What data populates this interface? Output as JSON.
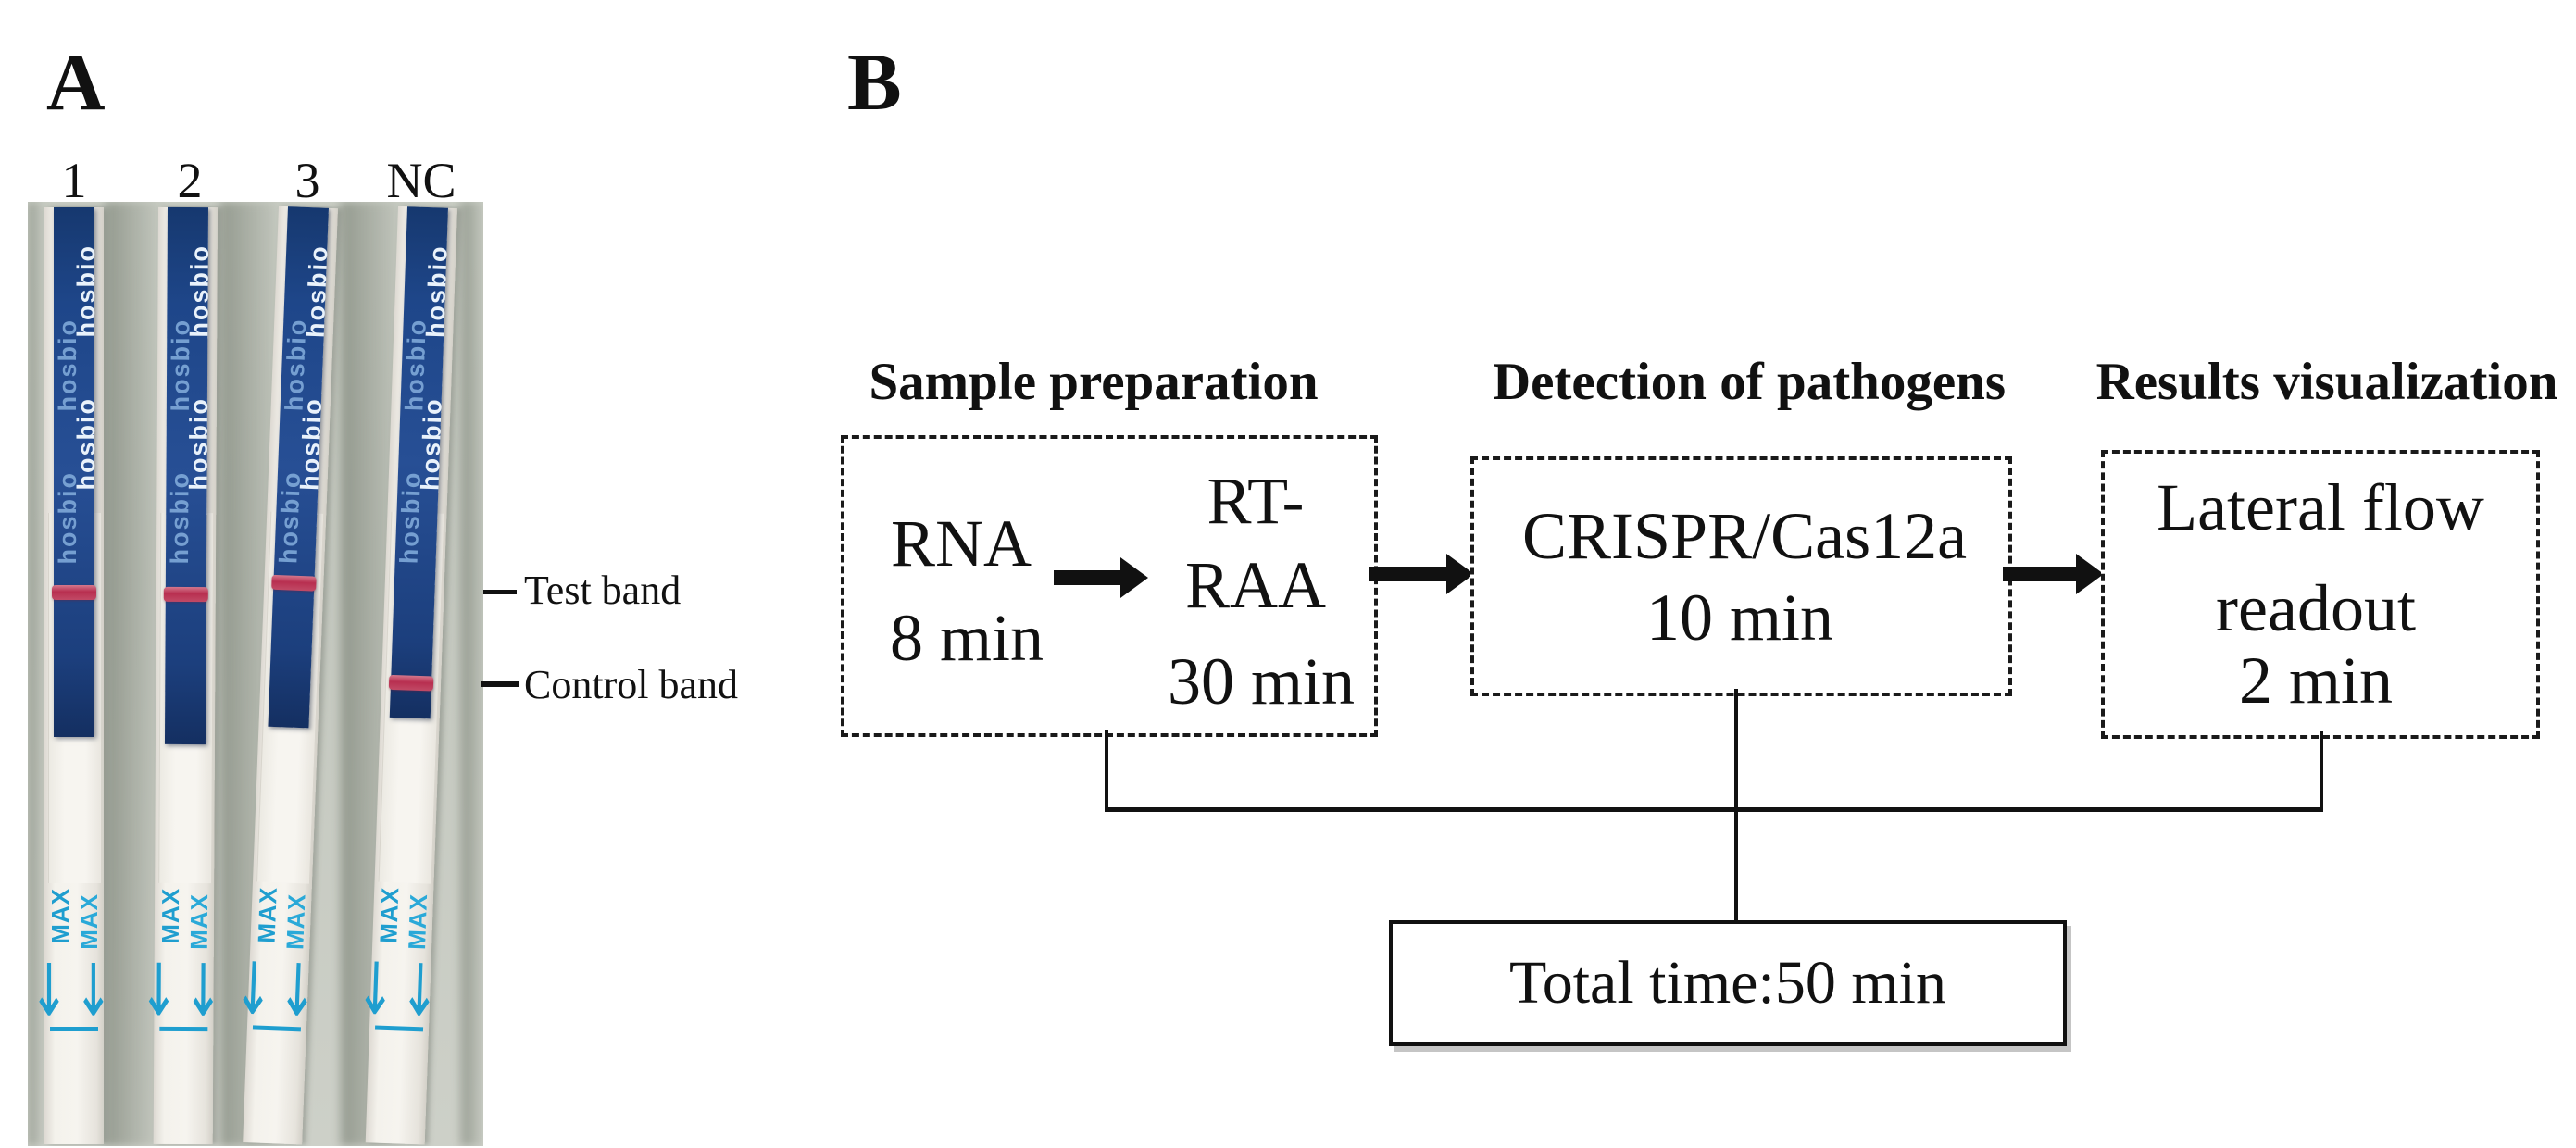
{
  "figure": {
    "panel_a": {
      "label": "A",
      "strip_labels": [
        "1",
        "2",
        "3",
        "NC"
      ],
      "brand": "hosbio",
      "max_label": "MAX",
      "annotations": {
        "test": "Test band",
        "control": "Control band"
      }
    },
    "panel_b": {
      "label": "B",
      "stage_headings": [
        "Sample preparation",
        "Detection of pathogens",
        "Results visualization"
      ],
      "steps": {
        "rna": "RNA",
        "rna_time": "8 min",
        "rt_line1": "RT-",
        "rt_line2": "RAA",
        "rt_time": "30 min",
        "crispr": "CRISPR/Cas12a",
        "crispr_time": "10 min",
        "lf_line1": "Lateral flow",
        "lf_line2": "readout",
        "lf_time": "2 min"
      },
      "total_time": "Total time:50 min"
    },
    "icons": {
      "down_arrows": "↓↓"
    },
    "colors": {
      "handle_blue": "#1e4689",
      "band_red": "#b82f50",
      "max_cyan": "#1f9ecf",
      "photo_bg": "#c6cac1",
      "line_black": "#111111"
    }
  }
}
